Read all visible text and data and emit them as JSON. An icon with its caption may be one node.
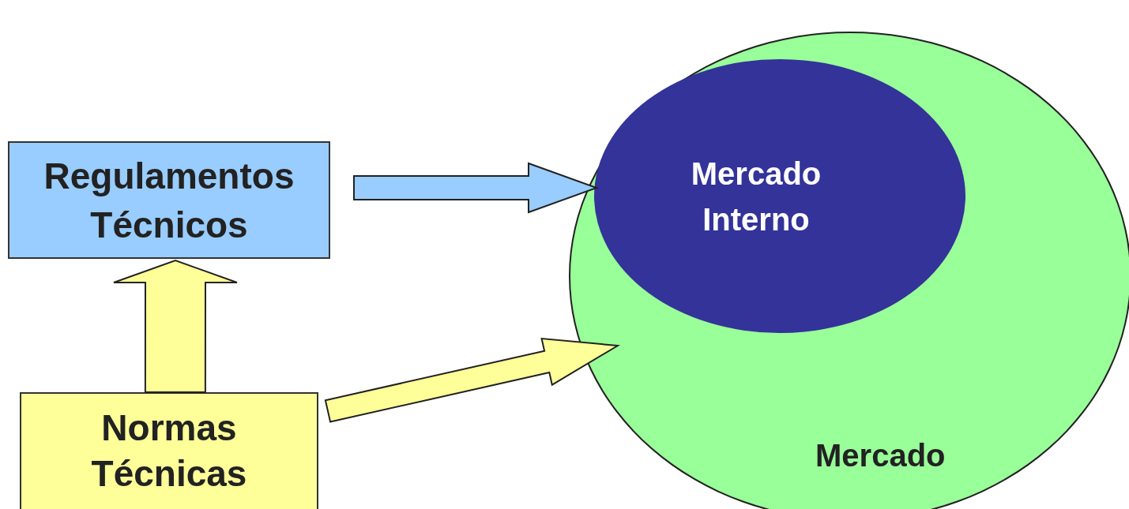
{
  "diagram": {
    "nodes": [
      {
        "text": [
          "Regulamentos Técnicos"
        ]
      },
      {
        "text": [
          "Normas Técnicas"
        ]
      },
      {
        "text": [
          "Mercado"
        ]
      },
      {
        "text": [
          "Mercado Interno"
        ],
        "in": 2
      }
    ],
    "edges": [
      {
        "from": 0,
        "to": 3,
        "arrow": "to",
        "style": "thick",
        "color": "#99ccff"
      },
      {
        "from": 1,
        "to": 0,
        "arrow": "to",
        "style": "thick"
      },
      {
        "from": 1,
        "to": 2,
        "arrow": "to",
        "style": "thick"
      }
    ]
  }
}
